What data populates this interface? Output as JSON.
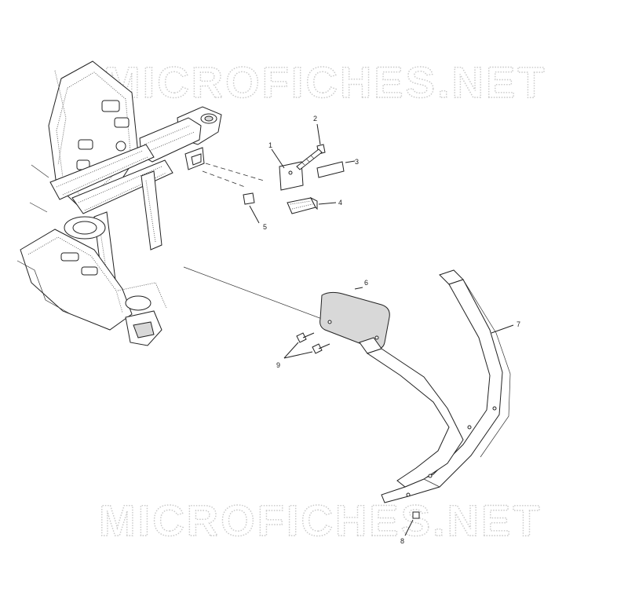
{
  "watermark": {
    "top": "MICROFICHES.NET",
    "bottom": "MICROFICHES.NET"
  },
  "callouts": {
    "c1": "1",
    "c2": "2",
    "c3": "3",
    "c4": "4",
    "c5": "5",
    "c6": "6",
    "c7": "7",
    "c8": "8",
    "c9": "9"
  }
}
